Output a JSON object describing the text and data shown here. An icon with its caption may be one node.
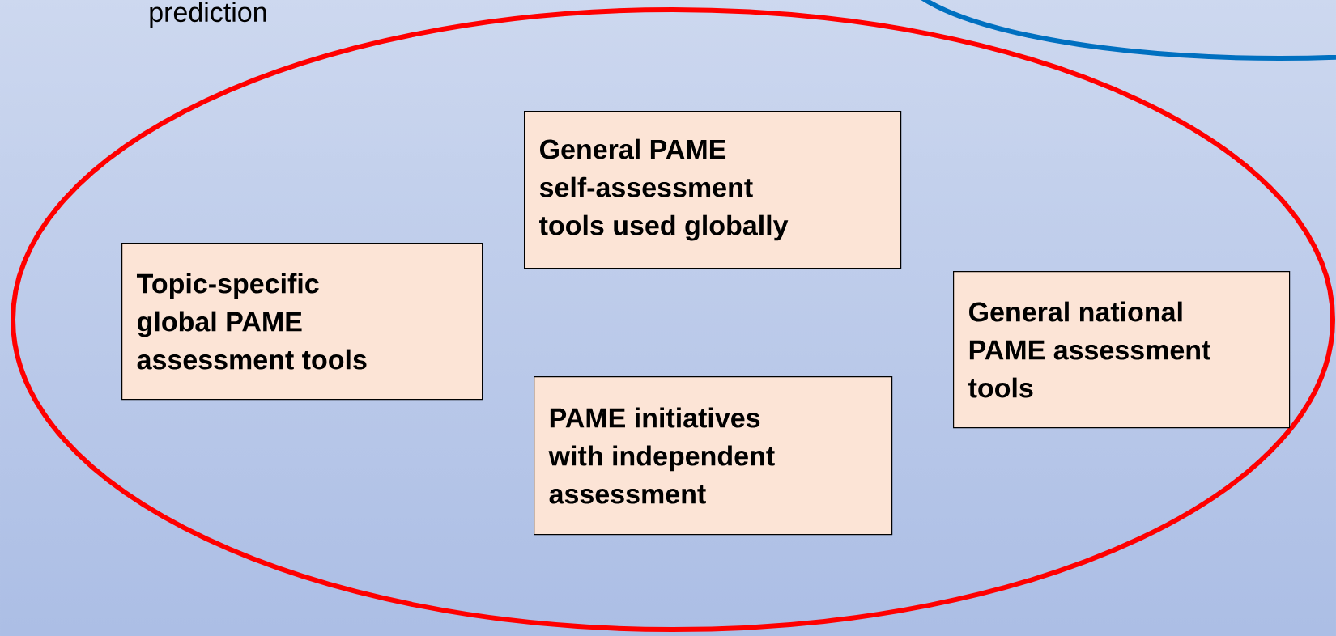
{
  "diagram": {
    "nodes": [
      {
        "text": [],
        "shape": "ellipse"
      },
      {
        "text": [],
        "shape": "ellipse"
      },
      {
        "text": [
          "General PAME self-assessment tools used globally"
        ],
        "in": 1
      },
      {
        "text": [
          "Topic-specific global PAME assessment tools"
        ],
        "in": 1
      },
      {
        "text": [
          "General national PAME assessment tools"
        ],
        "in": 1
      },
      {
        "text": [
          "PAME initiatives with independent assessment"
        ],
        "in": 1
      }
    ],
    "labels": [
      "prediction"
    ]
  }
}
